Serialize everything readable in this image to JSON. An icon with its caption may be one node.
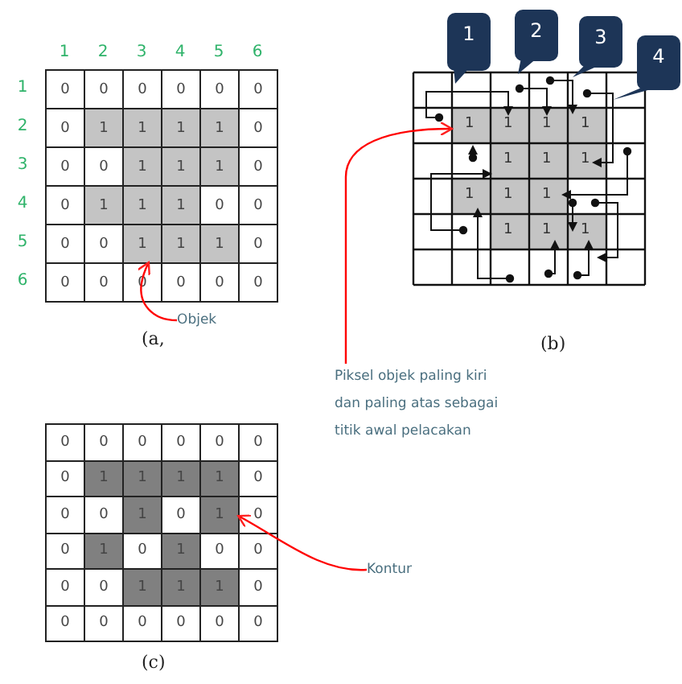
{
  "diagram": {
    "nodes": [
      {
        "text": [
          "1"
        ]
      },
      {
        "text": [
          "2"
        ]
      },
      {
        "text": [
          "3"
        ]
      },
      {
        "text": [
          "4"
        ]
      },
      {
        "text": [
          "1"
        ]
      },
      {
        "text": [
          "1"
        ]
      },
      {
        "text": [
          "Objek"
        ]
      },
      {
        "text": [
          "Piksel objek paling kiri dan paling atas sebagai titik awal pelacakan"
        ]
      },
      {
        "text": [
          "1"
        ]
      },
      {
        "text": [
          "Kontur"
        ]
      }
    ],
    "edges": [
      {
        "from": 6,
        "to": 5,
        "arrow": "to",
        "color": "#ff0000"
      },
      {
        "from": 7,
        "to": 4,
        "arrow": "to",
        "color": "#ff0000"
      },
      {
        "from": 9,
        "to": 8,
        "arrow": "to",
        "color": "#ff0000"
      }
    ],
    "labels": [
      "1",
      "2",
      "3",
      "4",
      "5",
      "6",
      "1",
      "0",
      "0",
      "0",
      "0",
      "0",
      "0",
      "2",
      "0",
      "1",
      "1",
      "1",
      "1",
      "0",
      "3",
      "0",
      "0",
      "1",
      "1",
      "1",
      "0",
      "4",
      "0",
      "1",
      "1",
      "1",
      "0",
      "0",
      "5",
      "0",
      "0",
      "1",
      "1",
      "0",
      "6",
      "0",
      "0",
      "0",
      "0",
      "0",
      "0",
      "(a,",
      "1",
      "1",
      "1",
      "1",
      "1",
      "1",
      "1",
      "1",
      "1",
      "1",
      "1",
      "1",
      "(b)",
      "0",
      "0",
      "0",
      "0",
      "0",
      "0",
      "0",
      "1",
      "1",
      "1",
      "1",
      "0",
      "0",
      "0",
      "1",
      "0",
      "0",
      "0",
      "1",
      "0",
      "1",
      "0",
      "0",
      "0",
      "0",
      "1",
      "1",
      "1",
      "0",
      "0",
      "0",
      "0",
      "0",
      "0",
      "0",
      "(c)"
    ]
  }
}
